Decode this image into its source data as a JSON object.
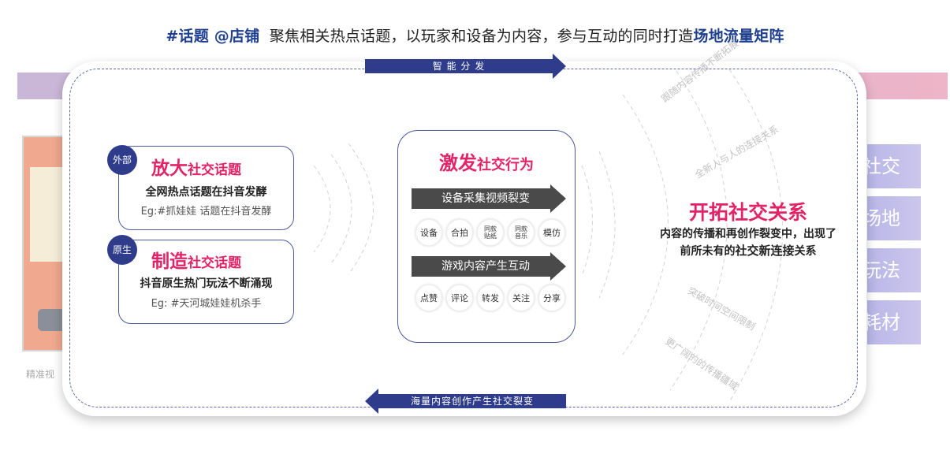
{
  "headline": {
    "hashtags": "#话题 @店铺",
    "text": "聚焦相关热点话题，以玩家和设备为内容，参与互动的同时打造",
    "highlight": "场地流量矩阵"
  },
  "top_arrow": "智 能 分 发",
  "bottom_arrow": "海量内容创作产生社交裂变",
  "background": {
    "caption": "精准视",
    "right_tabs": [
      "社交",
      "场地",
      "玩法",
      "耗材"
    ]
  },
  "left": {
    "box1": {
      "tag": "外部",
      "title_big": "放大",
      "title_small": "社交话题",
      "subtitle": "全网热点话题在抖音发酵",
      "example": "Eg:#抓娃娃 话题在抖音发酵"
    },
    "box2": {
      "tag": "原生",
      "title_big": "制造",
      "title_small": "社交话题",
      "subtitle": "抖音原生热门玩法不断涌现",
      "example": "Eg: #天河城娃娃机杀手"
    }
  },
  "middle": {
    "title_big": "激发",
    "title_small": "社交行为",
    "bar1": "设备采集视频裂变",
    "row1": [
      "设备",
      "合拍",
      "同款贴纸",
      "同款音乐",
      "模仿"
    ],
    "bar2": "游戏内容产生互动",
    "row2": [
      "点赞",
      "评论",
      "转发",
      "关注",
      "分享"
    ]
  },
  "right": {
    "title": "开拓社交关系",
    "line1": "内容的传播和再创作裂变中，出现了",
    "line2_pre": "前所未有的",
    "line2_bold": "社交新连接",
    "line2_post": "关系",
    "arc_labels": [
      "跟随内容传播不断拓展",
      "全新人与人的连接关系",
      "突破时间空间限制",
      "更广阔的的传播疆域"
    ]
  },
  "colors": {
    "navy": "#2f3c8c",
    "magenta": "#e22466",
    "dark_arrow": "#4a4a4a"
  }
}
